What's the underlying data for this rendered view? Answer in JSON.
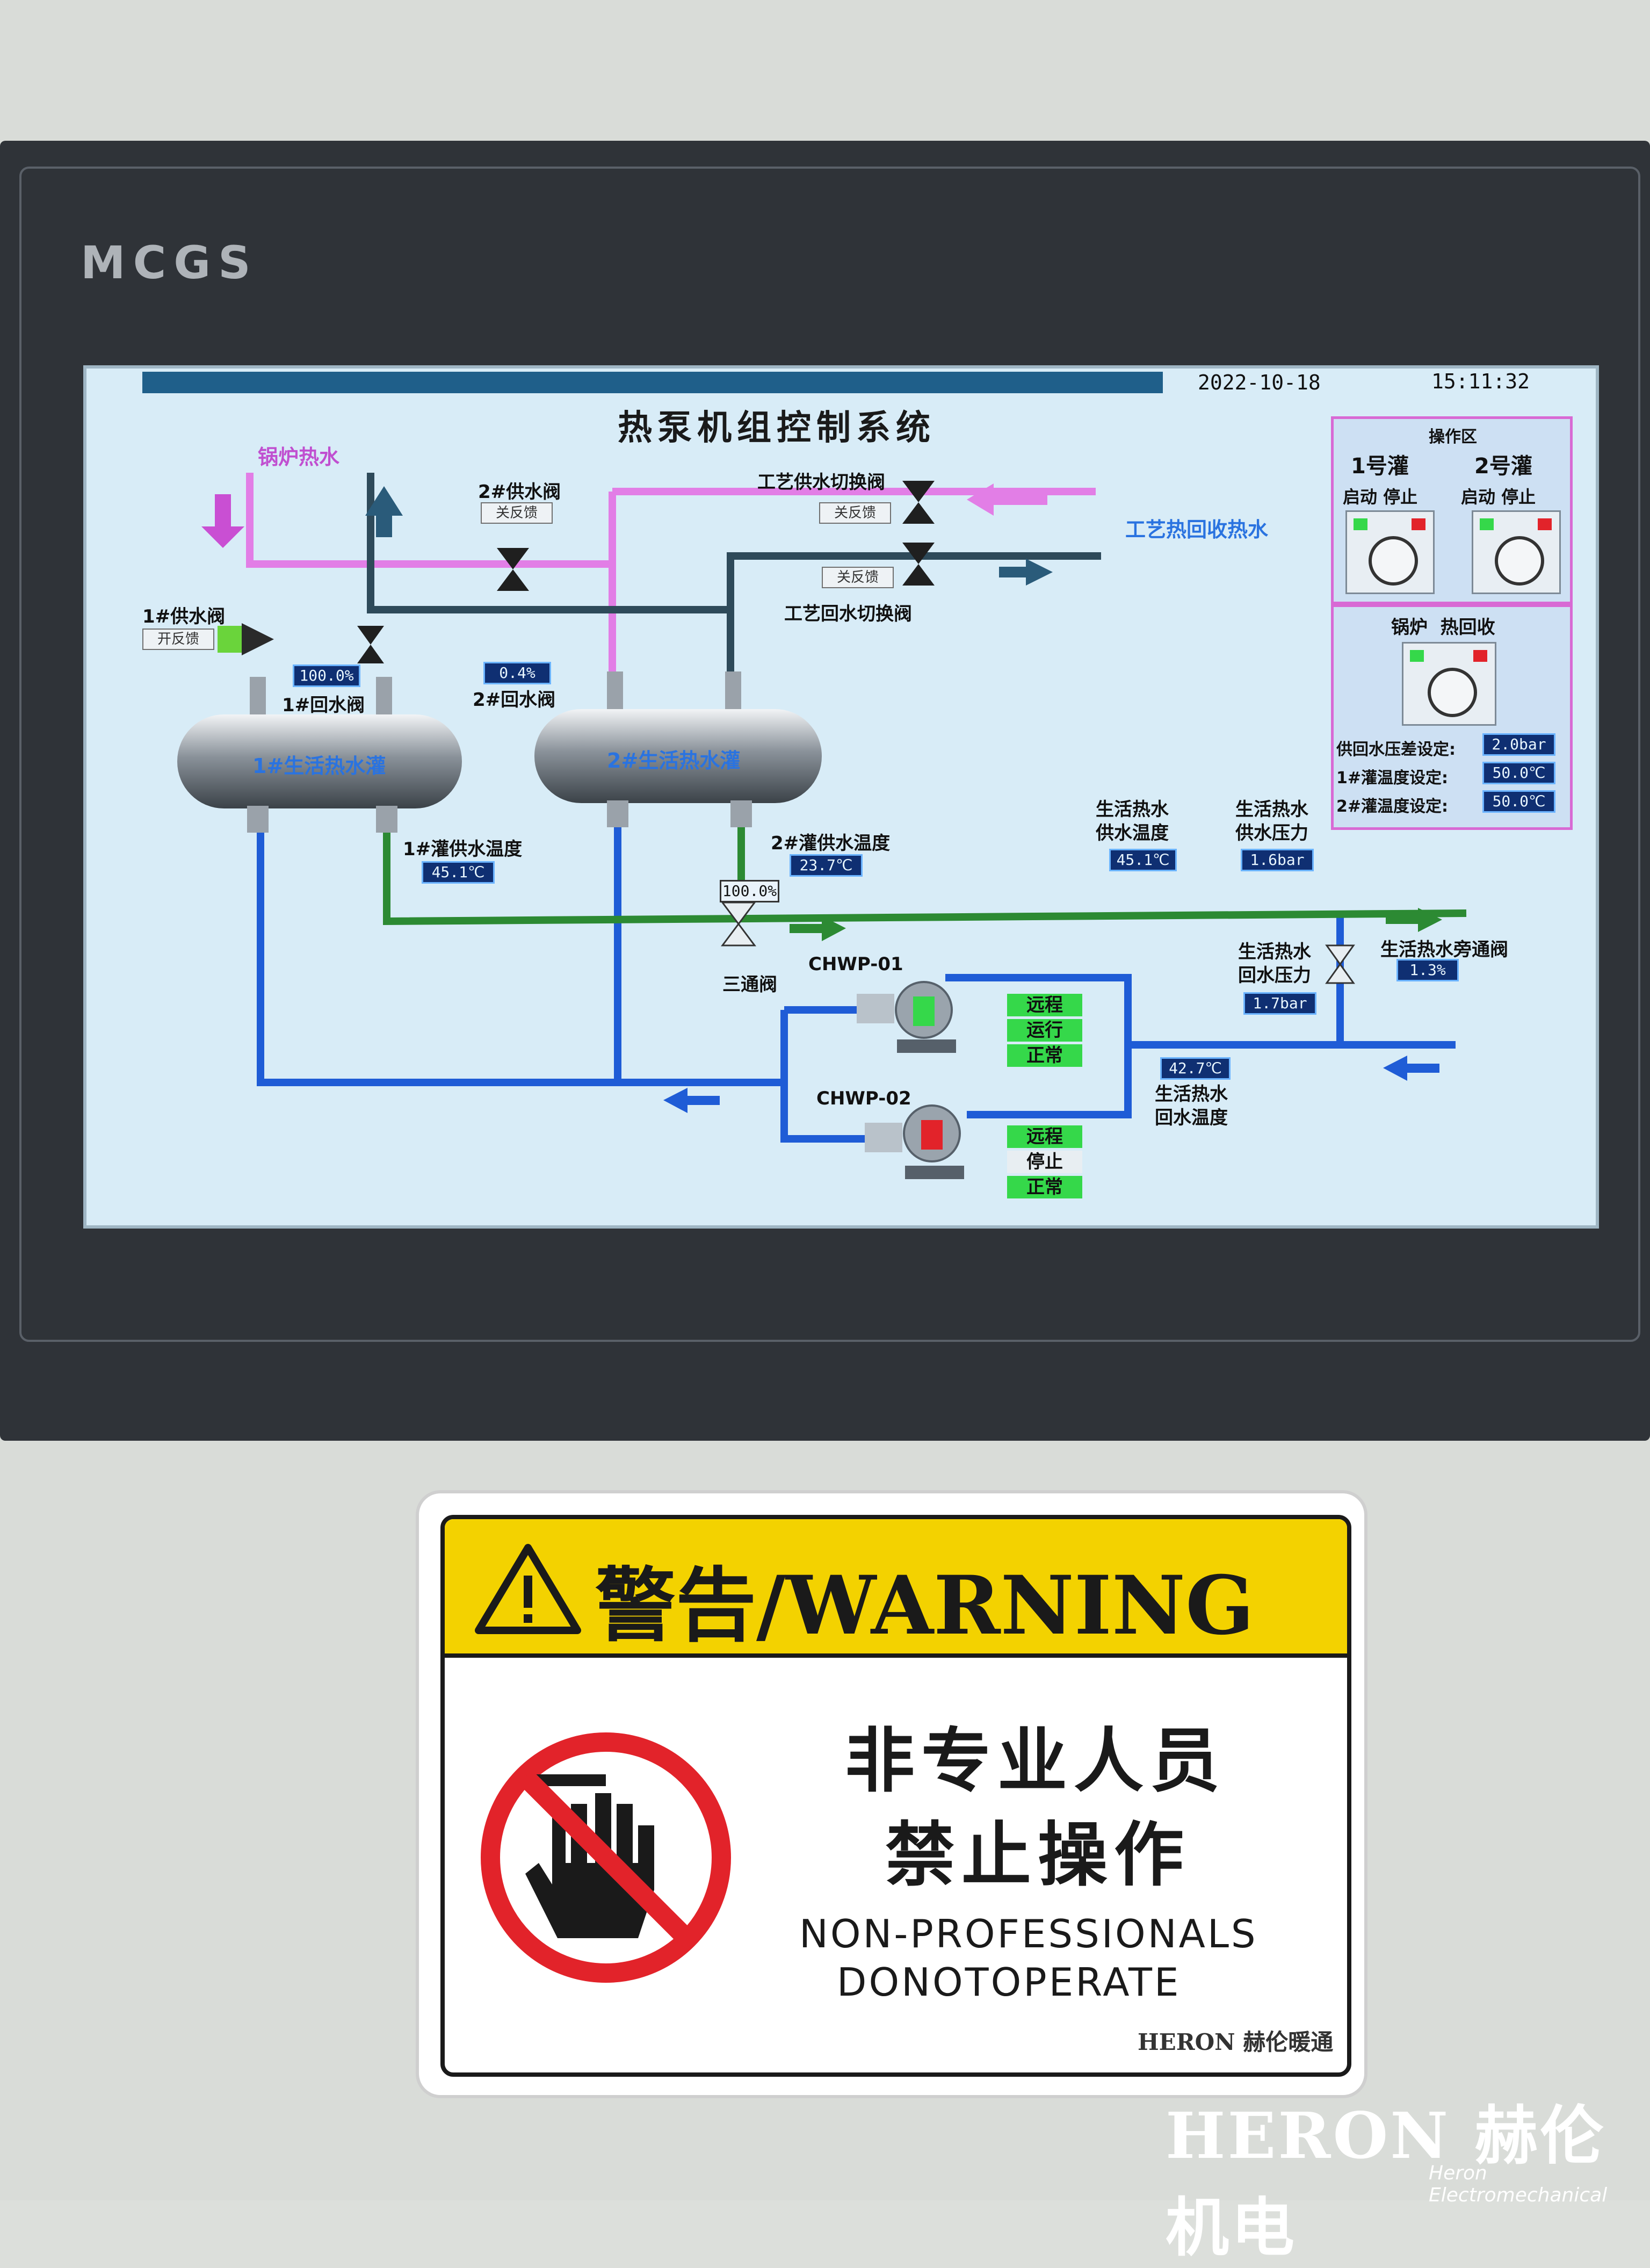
{
  "device": {
    "brand": "MCGS"
  },
  "hmi": {
    "date": "2022-10-18",
    "time": "15:11:32",
    "title": "热泵机组控制系统",
    "labels": {
      "boiler_hot_water": "锅炉热水",
      "process_heat_recovery": "工艺热回收热水",
      "supply_valve_2": "2#供水阀",
      "process_supply_switch": "工艺供水切换阀",
      "process_return_switch": "工艺回水切换阀",
      "supply_valve_1": "1#供水阀",
      "return_valve_1": "1#回水阀",
      "return_valve_2": "2#回水阀",
      "tank_1": "1#生活热水灌",
      "tank_2": "2#生活热水灌",
      "tank1_supply_temp": "1#灌供水温度",
      "tank2_supply_temp": "2#灌供水温度",
      "three_way_valve": "三通阀",
      "dhw_supply_temp": "生活热水\n供水温度",
      "dhw_supply_pressure": "生活热水\n供水压力",
      "dhw_return_pressure": "生活热水\n回水压力",
      "dhw_bypass_valve": "生活热水旁通阀",
      "dhw_return_temp": "生活热水\n回水温度",
      "pump1": "CHWP-01",
      "pump2": "CHWP-02"
    },
    "feedback": {
      "valve2": "关反馈",
      "process_supply": "关反馈",
      "process_return": "关反馈",
      "valve1": "开反馈"
    },
    "readouts": {
      "valve1_open": "100.0%",
      "valve2_open": "0.4%",
      "tank1_supply_temp": "45.1℃",
      "tank2_supply_temp": "23.7℃",
      "three_way_open": "100.0%",
      "dhw_supply_temp": "45.1℃",
      "dhw_supply_pressure": "1.6bar",
      "dhw_return_pressure": "1.7bar",
      "bypass_open": "1.3%",
      "dhw_return_temp": "42.7℃"
    },
    "pump1_status": [
      "远程",
      "运行",
      "正常"
    ],
    "pump2_status": [
      "远程",
      "停止",
      "正常"
    ],
    "ops": {
      "header": "操作区",
      "tank1": "1号灌",
      "tank2": "2号灌",
      "start_stop": "启动 停止",
      "boiler_recovery": "锅炉  热回收",
      "setpoints": [
        {
          "label": "供回水压差设定:",
          "value": "2.0bar"
        },
        {
          "label": "1#灌温度设定:",
          "value": "50.0℃"
        },
        {
          "label": "2#灌温度设定:",
          "value": "50.0℃"
        }
      ]
    }
  },
  "warning_sign": {
    "header": "警告/WARNING",
    "line1": "非专业人员",
    "line2": "禁止操作",
    "line3": "NON-PROFESSIONALS",
    "line4": "DONOTOPERATE",
    "logo": "HERON 赫伦暖通"
  },
  "watermark": {
    "brand": "HERON 赫伦机电",
    "sub": "Heron Electromechanical"
  },
  "colors": {
    "screen_bg": "#d8ecf7",
    "pipe_pink": "#e27ee6",
    "pipe_dark": "#2e4a5a",
    "pipe_blue": "#1f5cd6",
    "pipe_green": "#2c8a33",
    "status_green": "#35d84a",
    "sign_yellow": "#f3d200",
    "prohibit_red": "#e2232a"
  }
}
